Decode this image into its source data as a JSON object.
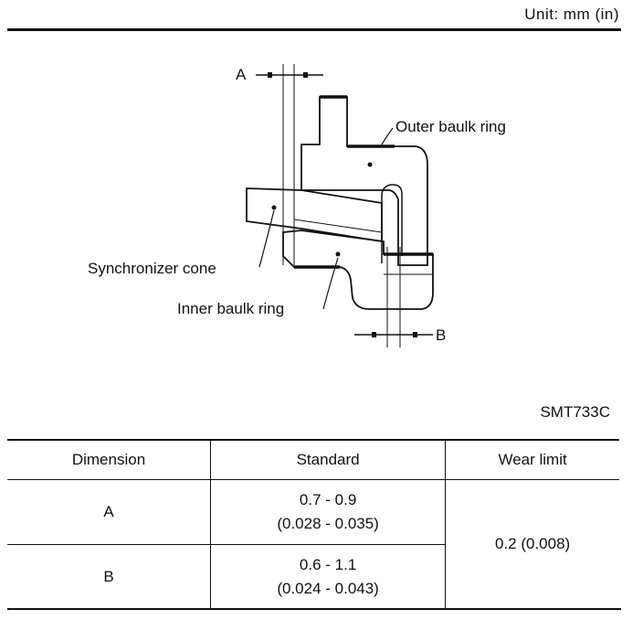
{
  "unit_label": "Unit: mm (in)",
  "figure": {
    "dim_a": "A",
    "dim_b": "B",
    "outer_ring_label": "Outer baulk ring",
    "sync_cone_label": "Synchronizer cone",
    "inner_ring_label": "Inner baulk ring"
  },
  "figure_ref": "SMT733C",
  "table": {
    "headers": [
      "Dimension",
      "Standard",
      "Wear limit"
    ],
    "rows": [
      {
        "dimension": "A",
        "standard_mm": "0.7 - 0.9",
        "standard_in": "(0.028 - 0.035)"
      },
      {
        "dimension": "B",
        "standard_mm": "0.6 - 1.1",
        "standard_in": "(0.024 - 0.043)"
      }
    ],
    "wear_limit": "0.2 (0.008)"
  }
}
